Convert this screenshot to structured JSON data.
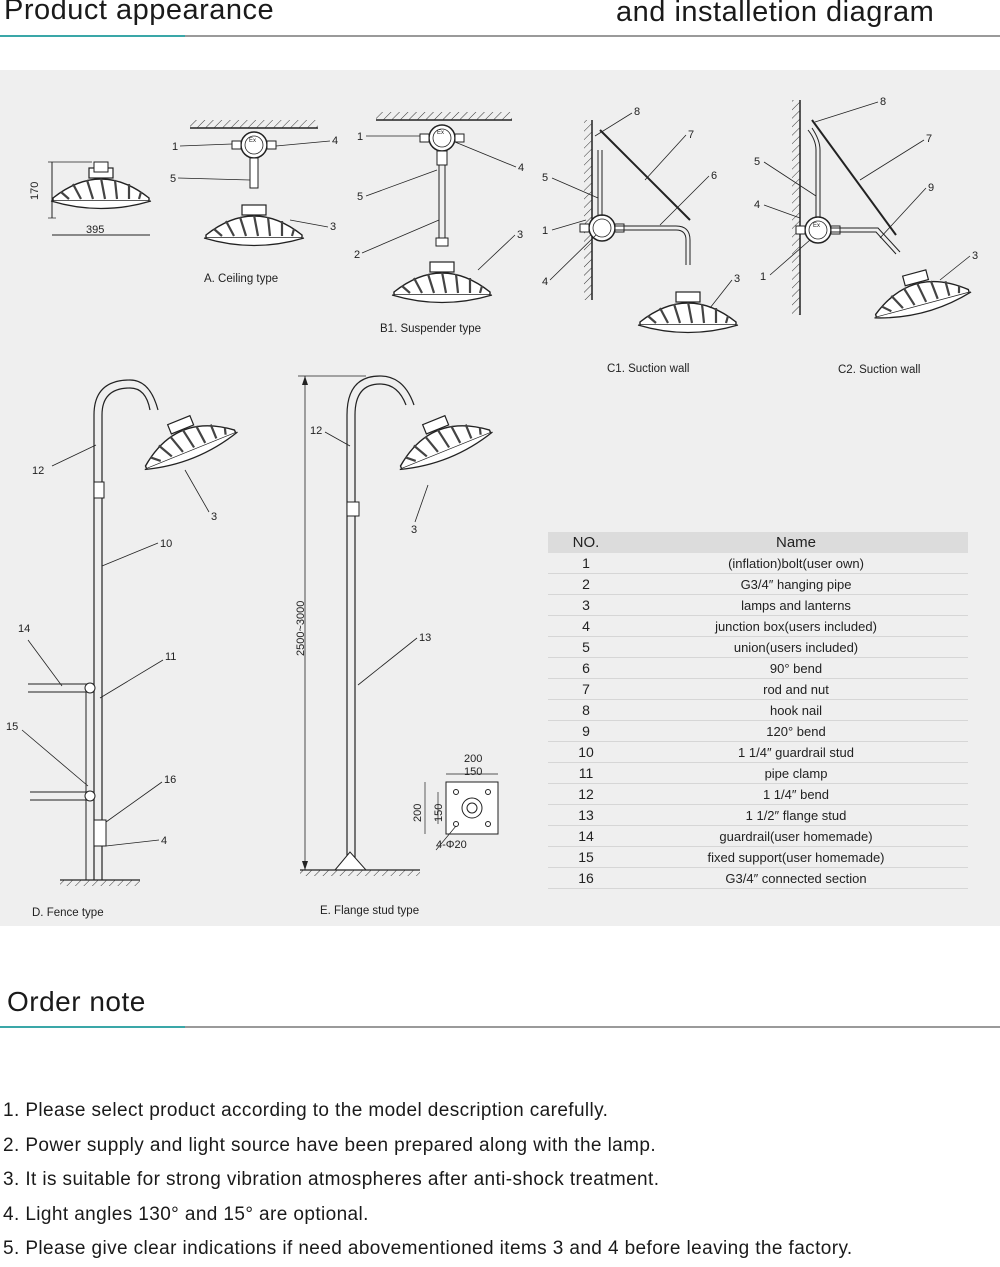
{
  "header": {
    "left_title": "Product appearance",
    "right_title": "and installetion diagram"
  },
  "diagram": {
    "captions": {
      "ceiling": "A. Ceiling type",
      "suspender": "B1. Suspender type",
      "suction1": "C1. Suction wall",
      "suction2": "C2. Suction wall",
      "fence": "D. Fence type",
      "flange": "E. Flange stud type"
    },
    "dimensions": {
      "height": "170",
      "width": "395",
      "range": "2500~3000",
      "flange_outer": "200",
      "flange_inner": "150",
      "flange_outer_v": "200",
      "flange_inner_v": "150",
      "holes": "4-Φ20"
    },
    "junction_label": "Ex",
    "callouts": {
      "a1": "1",
      "a4": "4",
      "a5": "5",
      "a3": "3",
      "b1": "1",
      "b4": "4",
      "b5": "5",
      "b2": "2",
      "b3": "3",
      "c8": "8",
      "c7": "7",
      "c6": "6",
      "c5": "5",
      "c1": "1",
      "c4": "4",
      "c3": "3",
      "d8": "8",
      "d7": "7",
      "d5": "5",
      "d9": "9",
      "d4": "4",
      "d1": "1",
      "d3": "3",
      "f12": "12",
      "f3": "3",
      "f10": "10",
      "f14": "14",
      "f11": "11",
      "f15": "15",
      "f16": "16",
      "f4": "4",
      "e12": "12",
      "e3": "3",
      "e13": "13"
    }
  },
  "parts_table": {
    "headers": {
      "no": "NO.",
      "name": "Name"
    },
    "rows": [
      {
        "no": "1",
        "name": "(inflation)bolt(user own)"
      },
      {
        "no": "2",
        "name": "G3/4″ hanging pipe"
      },
      {
        "no": "3",
        "name": "lamps and lanterns"
      },
      {
        "no": "4",
        "name": "junction box(users included)"
      },
      {
        "no": "5",
        "name": "union(users included)"
      },
      {
        "no": "6",
        "name": "90° bend"
      },
      {
        "no": "7",
        "name": "rod and nut"
      },
      {
        "no": "8",
        "name": "hook nail"
      },
      {
        "no": "9",
        "name": "120° bend"
      },
      {
        "no": "10",
        "name": "1 1/4″ guardrail stud"
      },
      {
        "no": "11",
        "name": "pipe clamp"
      },
      {
        "no": "12",
        "name": "1 1/4″ bend"
      },
      {
        "no": "13",
        "name": "1 1/2″ flange stud"
      },
      {
        "no": "14",
        "name": "guardrail(user homemade)"
      },
      {
        "no": "15",
        "name": "fixed support(user homemade)"
      },
      {
        "no": "16",
        "name": "G3/4″ connected section"
      }
    ]
  },
  "order_note": {
    "title": "Order note",
    "items": [
      "1. Please select product according to the model description carefully.",
      "2. Power supply and light source have been prepared along with the lamp.",
      "3. It is suitable for strong vibration atmospheres after anti-shock treatment.",
      "4. Light angles 130°  and 15°  are optional.",
      "5. Please give clear indications if need abovementioned items 3 and 4 before leaving the factory."
    ]
  }
}
